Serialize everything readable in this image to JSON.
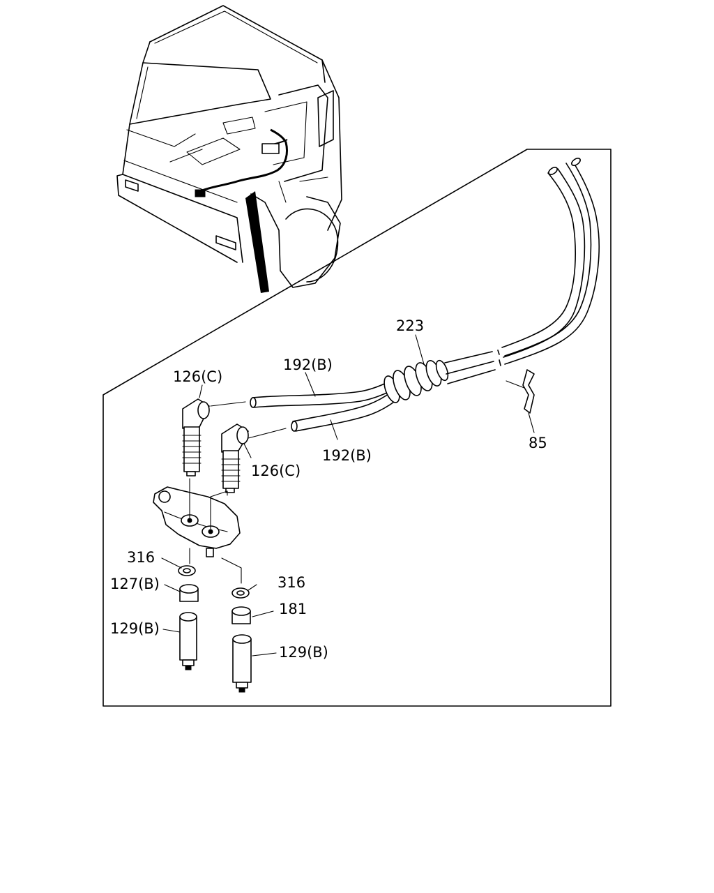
{
  "callouts": {
    "c223": "223",
    "c192_top": "192(B)",
    "c192_bottom": "192(B)",
    "c126_top": "126(C)",
    "c126_bottom": "126(C)",
    "c85": "85",
    "c316_left": "316",
    "c316_right": "316",
    "c127": "127(B)",
    "c181": "181",
    "c129_left": "129(B)",
    "c129_right": "129(B)"
  }
}
